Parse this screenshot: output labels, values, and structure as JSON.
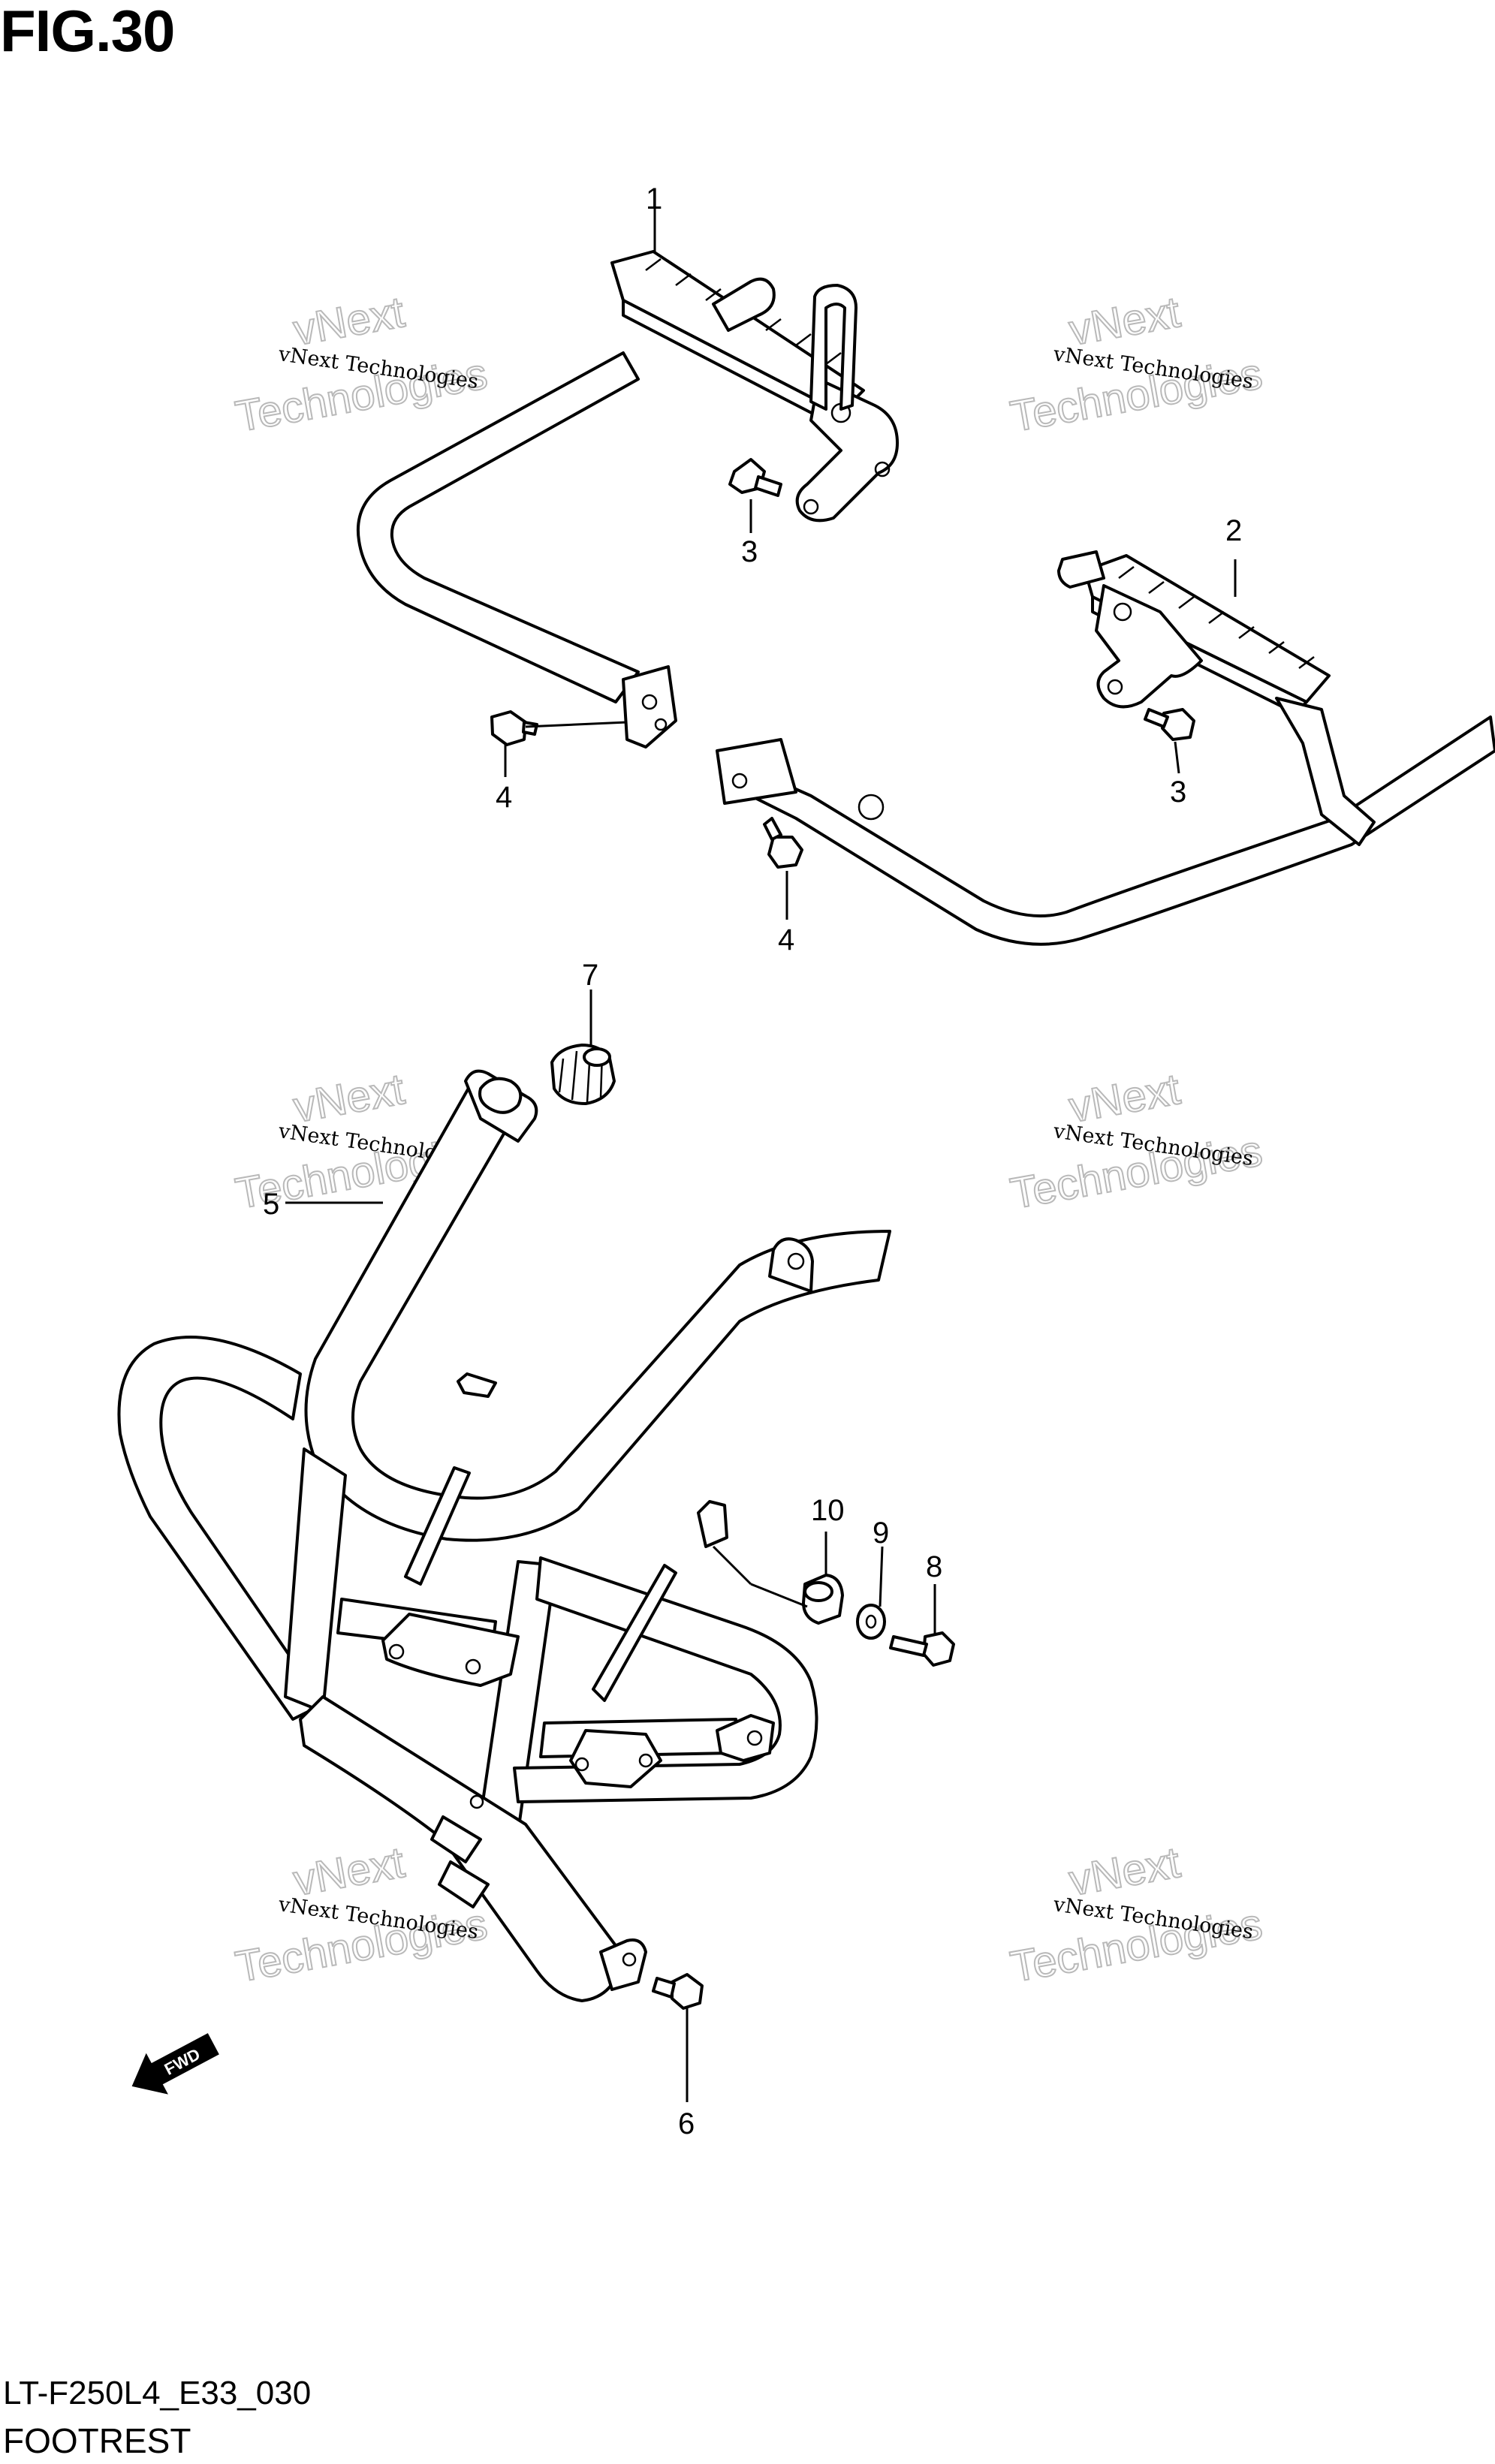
{
  "header": {
    "figure_label": "FIG.30"
  },
  "footer": {
    "code": "LT-F250L4_E33_030",
    "caption": "FOOTREST"
  },
  "fwd_marker": {
    "label": "FWD"
  },
  "watermark": {
    "line1": "vNext Technologies",
    "line2": "vNext",
    "line3": "Technologies"
  },
  "callouts": [
    "1",
    "2",
    "3",
    "3",
    "4",
    "4",
    "5",
    "6",
    "7",
    "8",
    "9",
    "10"
  ]
}
